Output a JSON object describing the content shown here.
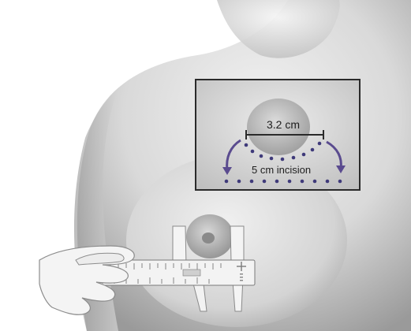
{
  "illustration": {
    "subject": "Breast measurement illustration with caliper",
    "inset": {
      "measurement_label": "3.2 cm",
      "incision_label": "5 cm incision"
    }
  },
  "colors": {
    "skin_light": "#e9e9e9",
    "skin_shadow": "#9c9c9c",
    "inset_border": "#2a2a2a",
    "dots": "#3f3a7a",
    "arrows": "#5a4b8f",
    "caliper": "#f2f2f2",
    "caliper_marks": "#6a6a6a"
  }
}
